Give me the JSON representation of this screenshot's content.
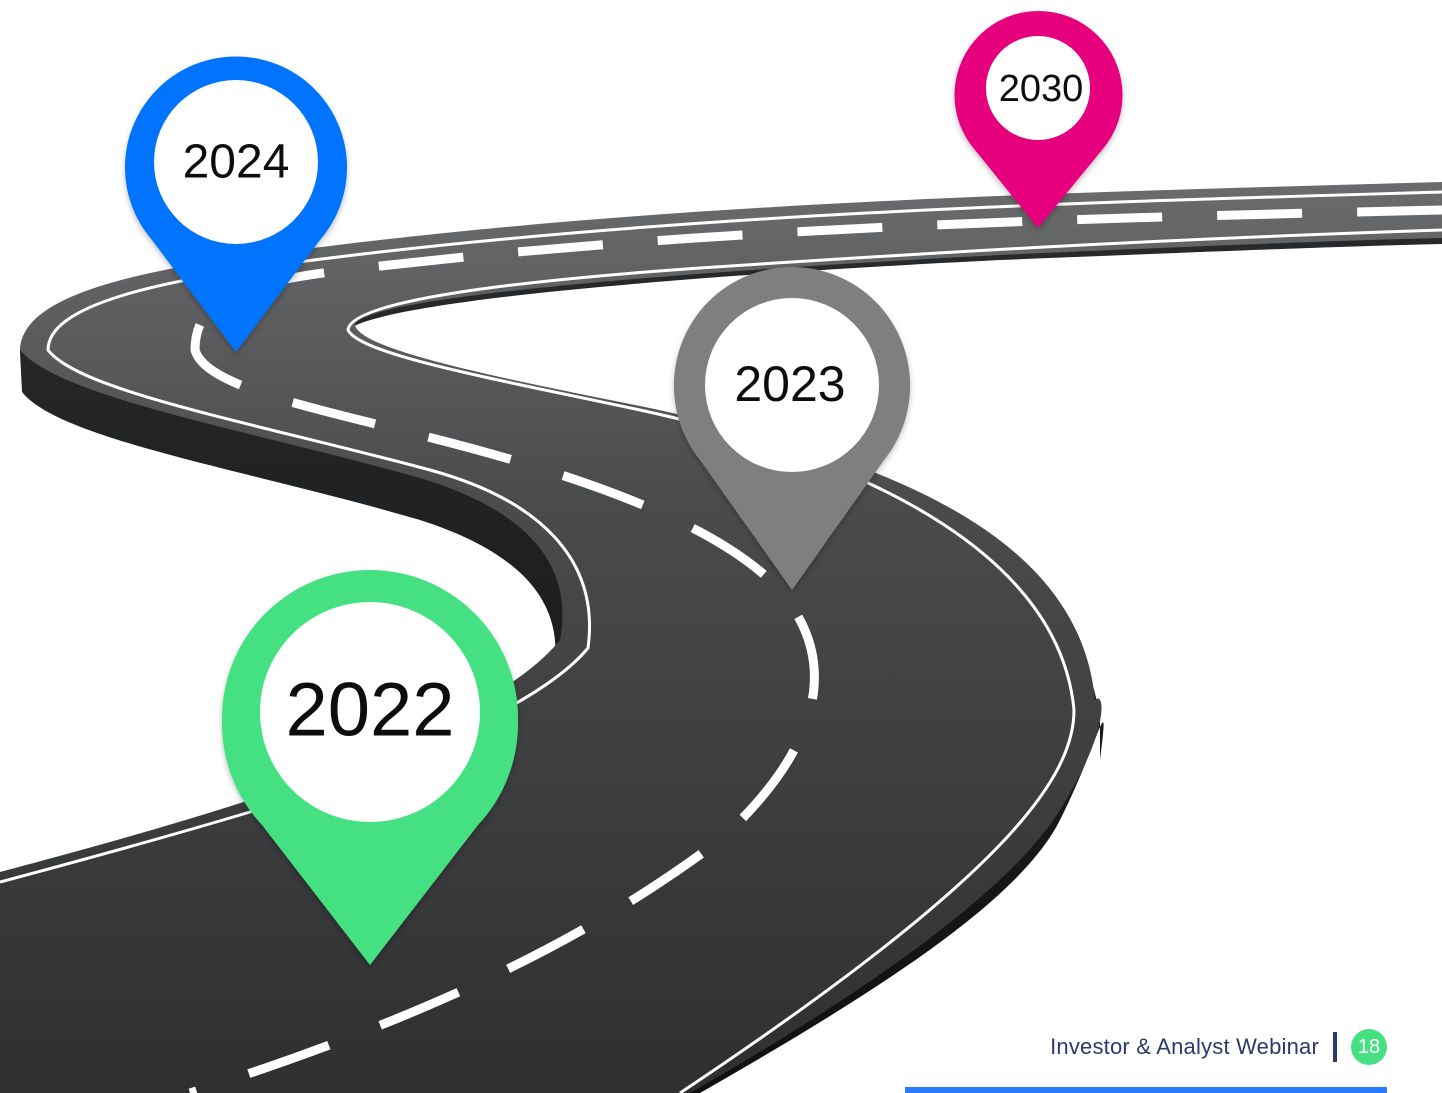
{
  "milestones": [
    {
      "id": "2022",
      "label": "2022",
      "color": "#45e082"
    },
    {
      "id": "2023",
      "label": "2023",
      "color": "#7f7f7f"
    },
    {
      "id": "2024",
      "label": "2024",
      "color": "#0073ff"
    },
    {
      "id": "2030",
      "label": "2030",
      "color": "#e6007e"
    }
  ],
  "footer": {
    "title": "Investor & Analyst Webinar",
    "page_number": "18",
    "accent_color": "#45e082",
    "bar_color": "#2979ff"
  },
  "road": {
    "asphalt_color": "#3b3c3e",
    "edge_color": "#1c1d1f",
    "marking_color": "#ffffff"
  }
}
